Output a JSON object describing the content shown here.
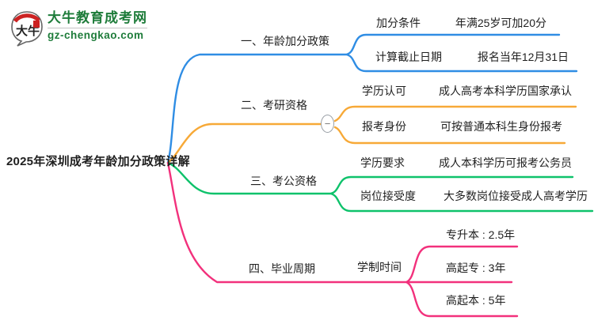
{
  "logo": {
    "icon_text": "大牛",
    "title": "大牛教育成考网",
    "domain": "gz-chengkao.com"
  },
  "root": {
    "label": "2025年深圳成考年龄加分政策详解"
  },
  "controls": {
    "collapse_glyph": "−"
  },
  "branches": [
    {
      "label": "一、年龄加分政策",
      "children": [
        {
          "label": "加分条件",
          "value": "年满25岁可加20分"
        },
        {
          "label": "计算截止日期",
          "value": "报名当年12月31日"
        }
      ]
    },
    {
      "label": "二、考研资格",
      "children": [
        {
          "label": "学历认可",
          "value": "成人高考本科学历国家承认"
        },
        {
          "label": "报考身份",
          "value": "可按普通本科生身份报考"
        }
      ]
    },
    {
      "label": "三、考公资格",
      "children": [
        {
          "label": "学历要求",
          "value": "成人本科学历可报考公务员"
        },
        {
          "label": "岗位接受度",
          "value": "大多数岗位接受成人高考学历"
        }
      ]
    },
    {
      "label": "四、毕业周期",
      "children": [
        {
          "label": "学制时间",
          "leaves": [
            "专升本 : 2.5年",
            "高起专 : 3年",
            "高起本 : 5年"
          ]
        }
      ]
    }
  ],
  "colors": {
    "branch1": "#2F8DE4",
    "branch2": "#F7A937",
    "branch3": "#0EC26B",
    "branch4": "#F2317C",
    "text": "#1F1F1F",
    "logogreen": "#1E7C3A",
    "logored": "#CC2222",
    "btngray": "#9AA0A6"
  }
}
